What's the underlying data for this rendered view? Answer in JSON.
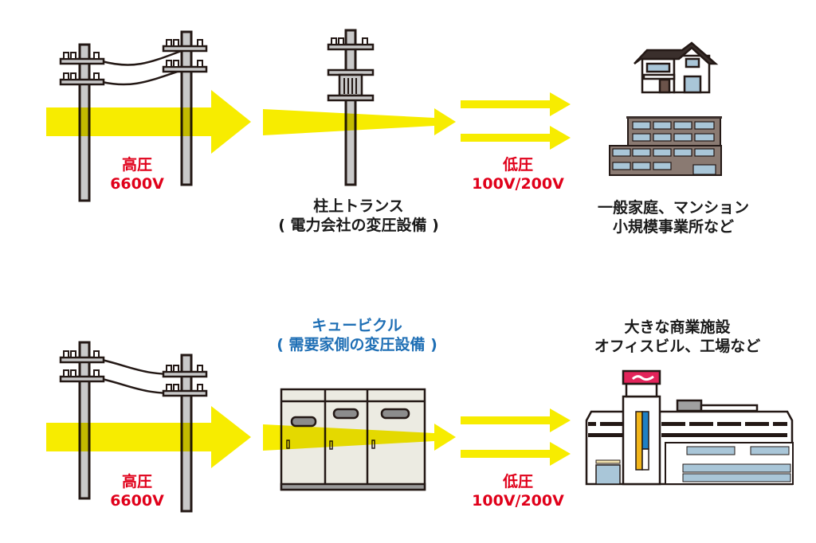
{
  "colors": {
    "arrow": "#f7ec00",
    "high_voltage_text": "#e0001a",
    "cubicle_title": "#1f6fb5",
    "outline": "#231815",
    "pole": "#c9c9c9",
    "window": "#a9c6d8",
    "sign": "#e2245a"
  },
  "rows": [
    {
      "high_voltage": {
        "label": "高圧",
        "value": "6600V"
      },
      "transformer": {
        "type": "pole-transformer",
        "title": "柱上トランス",
        "subtitle": "( 電力会社の変圧設備 )"
      },
      "low_voltage": {
        "label": "低圧",
        "value": "100V/200V"
      },
      "destination": {
        "line1": "一般家庭、マンション",
        "line2": "小規模事業所など"
      }
    },
    {
      "high_voltage": {
        "label": "高圧",
        "value": "6600V"
      },
      "transformer": {
        "type": "cubicle",
        "title": "キュービクル",
        "subtitle": "( 需要家側の変圧設備 )"
      },
      "low_voltage": {
        "label": "低圧",
        "value": "100V/200V"
      },
      "destination": {
        "line1": "大きな商業施設",
        "line2": "オフィスビル、工場など"
      }
    }
  ]
}
